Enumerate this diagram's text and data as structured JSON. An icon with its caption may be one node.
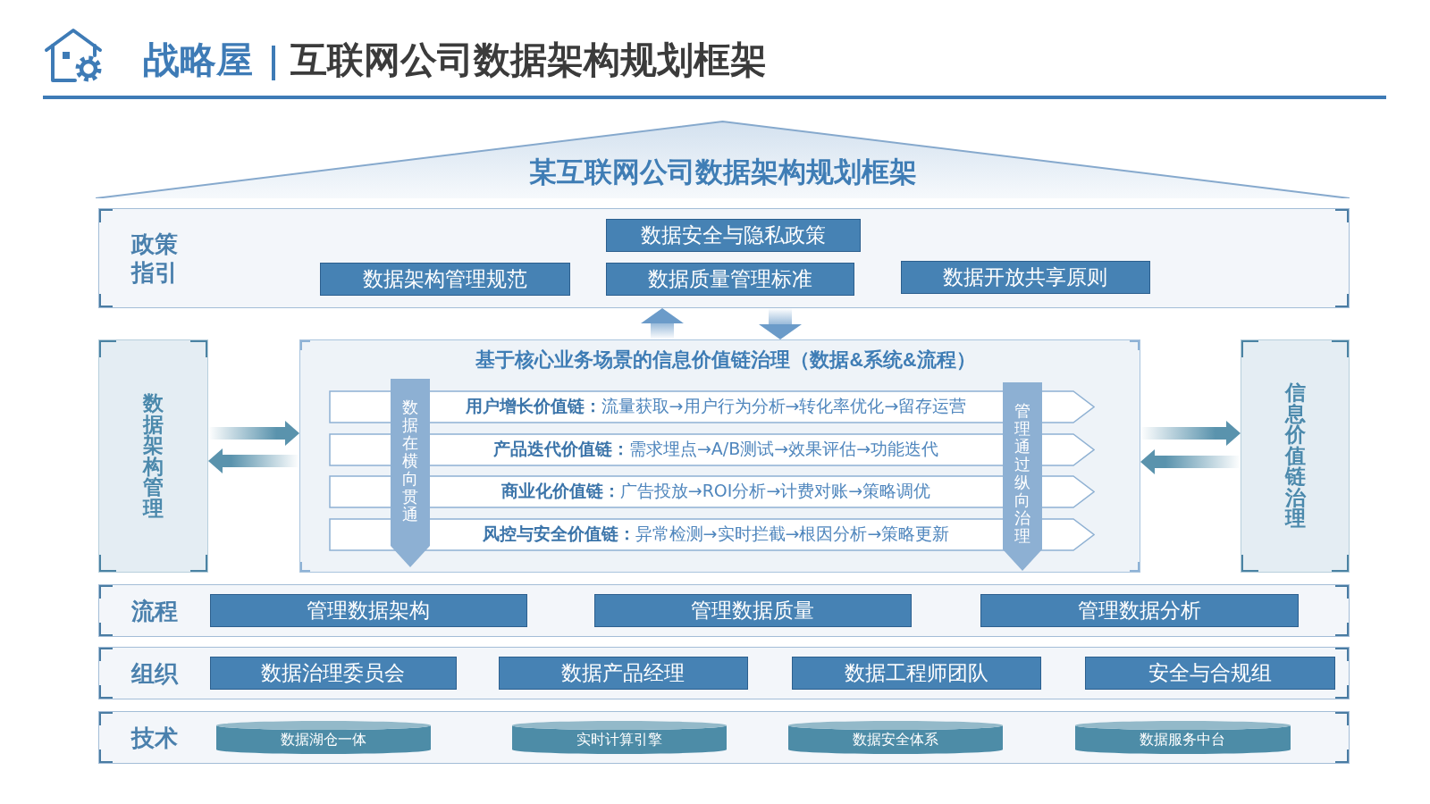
{
  "diagram": {
    "title": "互联网公司数据架构规划框架",
    "nodes": [
      {
        "text": [
          "某互联网公司数据架构规划框架"
        ]
      },
      {
        "text": [
          "政策指引"
        ]
      },
      {
        "text": [
          "数据安全与隐私政策"
        ],
        "in": 1
      },
      {
        "text": [
          "数据架构管理规范"
        ],
        "in": 1
      },
      {
        "text": [
          "数据质量管理标准"
        ],
        "in": 1
      },
      {
        "text": [
          "数据开放共享原则"
        ],
        "in": 1
      },
      {
        "text": [
          "数据架构管理"
        ]
      },
      {
        "text": [
          "基于核心业务场景的信息价值链治理（数据&系统&流程）"
        ]
      },
      {
        "text": [
          "**用户增长价值链：**流量获取→用户行为分析→转化率优化→留存运营"
        ],
        "in": 7
      },
      {
        "text": [
          "**产品迭代价值链：**需求埋点→A/B测试→效果评估→功能迭代"
        ],
        "in": 7
      },
      {
        "text": [
          "**商业化价值链：**广告投放→ROI分析→计费对账→策略调优"
        ],
        "in": 7
      },
      {
        "text": [
          "**风控与安全价值链：**异常检测→实时拦截→根因分析→策略更新"
        ],
        "in": 7
      },
      {
        "text": [
          "数据在横向贯通"
        ],
        "in": 7
      },
      {
        "text": [
          "管理通过纵向治理"
        ],
        "in": 7
      },
      {
        "text": [
          "信息价值链治理"
        ]
      },
      {
        "text": [
          "流程"
        ]
      },
      {
        "text": [
          "管理数据架构"
        ],
        "in": 15
      },
      {
        "text": [
          "管理数据质量"
        ],
        "in": 15
      },
      {
        "text": [
          "管理数据分析"
        ],
        "in": 15
      },
      {
        "text": [
          "组织"
        ]
      },
      {
        "text": [
          "数据治理委员会"
        ],
        "in": 19
      },
      {
        "text": [
          "数据产品经理"
        ],
        "in": 19
      },
      {
        "text": [
          "数据工程师团队"
        ],
        "in": 19
      },
      {
        "text": [
          "安全与合规组"
        ],
        "in": 19
      },
      {
        "text": [
          "技术"
        ]
      },
      {
        "text": [
          "数据湖仓一体"
        ],
        "in": 24
      },
      {
        "text": [
          "实时计算引擎"
        ],
        "in": 24
      },
      {
        "text": [
          "数据安全体系"
        ],
        "in": 24
      },
      {
        "text": [
          "数据服务中台"
        ],
        "in": 24
      }
    ],
    "edges": [
      {
        "from": 7,
        "to": 1,
        "arrow": "to",
        "color": "#6b9bc9"
      },
      {
        "from": 1,
        "to": 7,
        "arrow": "to",
        "color": "#6b9bc9"
      },
      {
        "from": 6,
        "to": 7,
        "arrow": "to"
      },
      {
        "from": 7,
        "to": 6,
        "arrow": "to"
      },
      {
        "from": 7,
        "to": 14,
        "arrow": "to"
      },
      {
        "from": 14,
        "to": 7,
        "arrow": "to"
      }
    ],
    "labels": [
      "战略屋"
    ]
  }
}
